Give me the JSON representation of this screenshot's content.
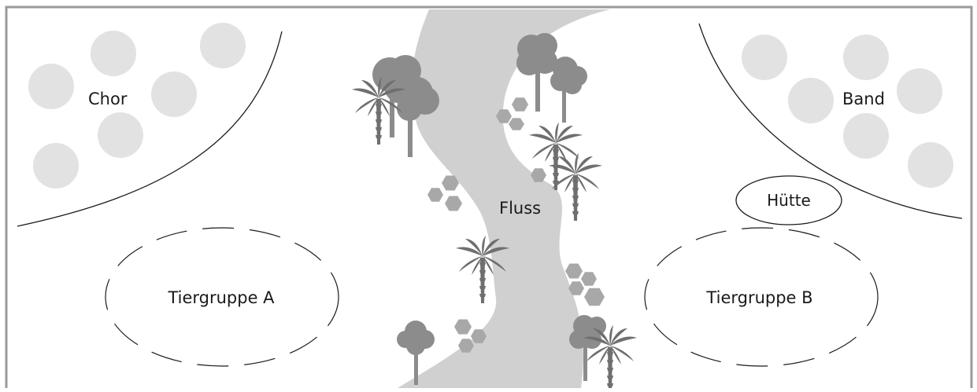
{
  "labels": {
    "chor": "Chor",
    "band": "Band",
    "huette": "Hütte",
    "fluss": "Fluss",
    "tiergruppe_a": "Tiergruppe A",
    "tiergruppe_b": "Tiergruppe B"
  },
  "colors": {
    "frame": "#9a9a9a",
    "river": "#d0d0d0",
    "person_circle": "#e2e2e2",
    "tree_foliage": "#8c8c8c",
    "palm": "#6f6f6f",
    "stone": "#a8a8a8",
    "line": "#1a1a1a"
  }
}
